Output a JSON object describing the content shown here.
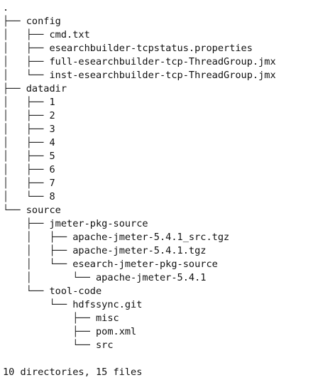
{
  "terminal": {
    "root": ".",
    "entries": [
      {
        "prefix": "├── ",
        "name": "config"
      },
      {
        "prefix": "│   ├── ",
        "name": "cmd.txt"
      },
      {
        "prefix": "│   ├── ",
        "name": "esearchbuilder-tcpstatus.properties"
      },
      {
        "prefix": "│   ├── ",
        "name": "full-esearchbuilder-tcp-ThreadGroup.jmx"
      },
      {
        "prefix": "│   └── ",
        "name": "inst-esearchbuilder-tcp-ThreadGroup.jmx"
      },
      {
        "prefix": "├── ",
        "name": "datadir"
      },
      {
        "prefix": "│   ├── ",
        "name": "1"
      },
      {
        "prefix": "│   ├── ",
        "name": "2"
      },
      {
        "prefix": "│   ├── ",
        "name": "3"
      },
      {
        "prefix": "│   ├── ",
        "name": "4"
      },
      {
        "prefix": "│   ├── ",
        "name": "5"
      },
      {
        "prefix": "│   ├── ",
        "name": "6"
      },
      {
        "prefix": "│   ├── ",
        "name": "7"
      },
      {
        "prefix": "│   └── ",
        "name": "8"
      },
      {
        "prefix": "└── ",
        "name": "source"
      },
      {
        "prefix": "    ├── ",
        "name": "jmeter-pkg-source"
      },
      {
        "prefix": "    │   ├── ",
        "name": "apache-jmeter-5.4.1_src.tgz"
      },
      {
        "prefix": "    │   ├── ",
        "name": "apache-jmeter-5.4.1.tgz"
      },
      {
        "prefix": "    │   └── ",
        "name": "esearch-jmeter-pkg-source"
      },
      {
        "prefix": "    │       └── ",
        "name": "apache-jmeter-5.4.1"
      },
      {
        "prefix": "    └── ",
        "name": "tool-code"
      },
      {
        "prefix": "        └── ",
        "name": "hdfssync.git"
      },
      {
        "prefix": "            ├── ",
        "name": "misc"
      },
      {
        "prefix": "            ├── ",
        "name": "pom.xml"
      },
      {
        "prefix": "            └── ",
        "name": "src"
      }
    ],
    "summary": "10 directories, 15 files"
  }
}
